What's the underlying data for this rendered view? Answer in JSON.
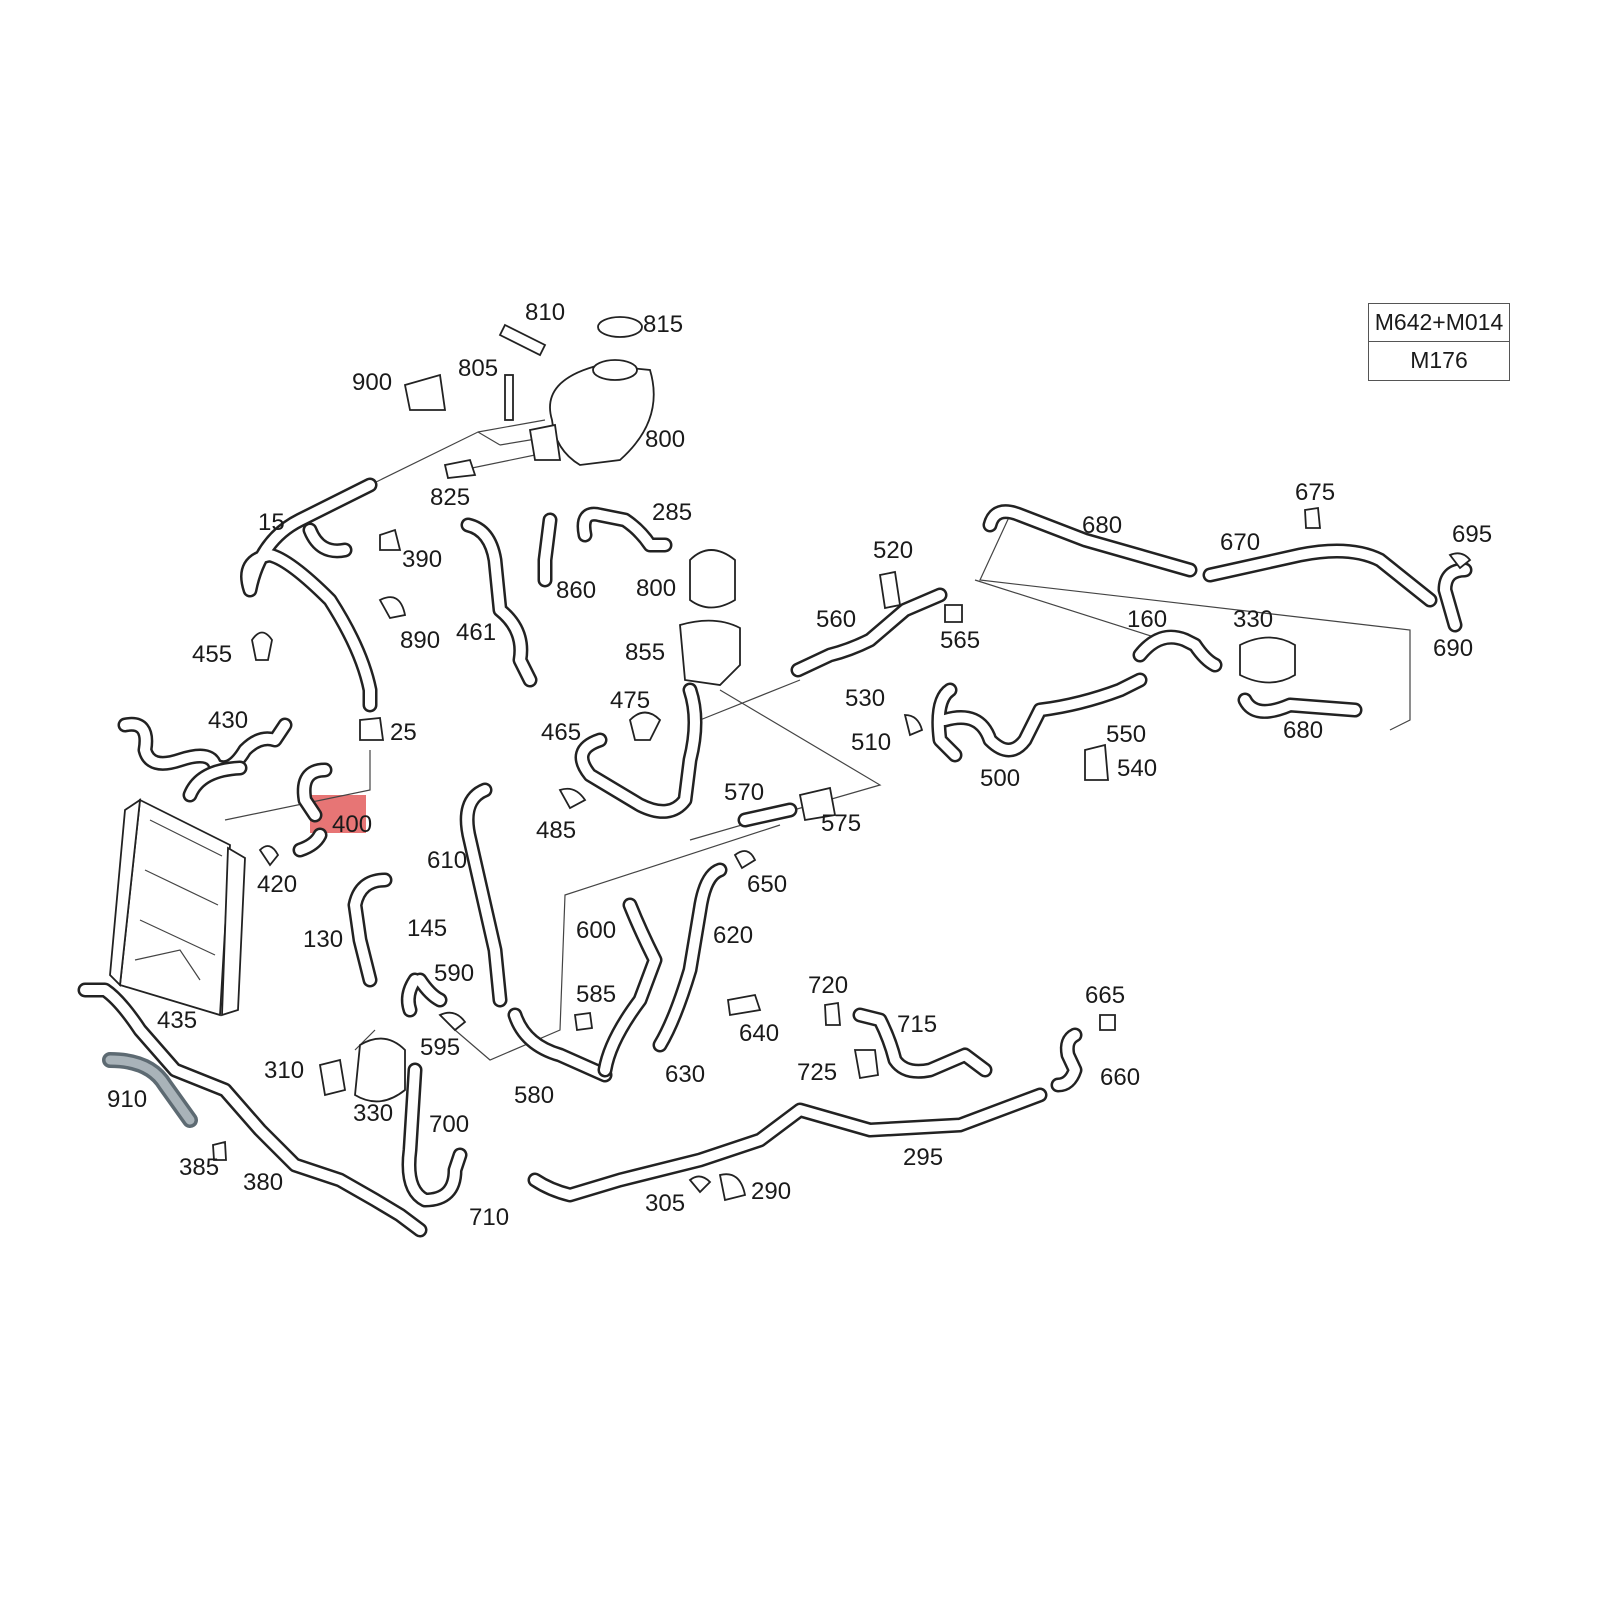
{
  "highlight_color": "#e35d5d",
  "highlighted_part": "400",
  "variant_legend": [
    "M642+M014",
    "M176"
  ],
  "labels": [
    {
      "id": "810",
      "text": "810"
    },
    {
      "id": "815",
      "text": "815"
    },
    {
      "id": "900",
      "text": "900"
    },
    {
      "id": "805",
      "text": "805"
    },
    {
      "id": "800a",
      "text": "800"
    },
    {
      "id": "825",
      "text": "825"
    },
    {
      "id": "15",
      "text": "15"
    },
    {
      "id": "390",
      "text": "390"
    },
    {
      "id": "285",
      "text": "285"
    },
    {
      "id": "860",
      "text": "860"
    },
    {
      "id": "800b",
      "text": "800"
    },
    {
      "id": "890",
      "text": "890"
    },
    {
      "id": "461",
      "text": "461"
    },
    {
      "id": "455",
      "text": "455"
    },
    {
      "id": "855",
      "text": "855"
    },
    {
      "id": "680a",
      "text": "680"
    },
    {
      "id": "675",
      "text": "675"
    },
    {
      "id": "670",
      "text": "670"
    },
    {
      "id": "695",
      "text": "695"
    },
    {
      "id": "520",
      "text": "520"
    },
    {
      "id": "560",
      "text": "560"
    },
    {
      "id": "565",
      "text": "565"
    },
    {
      "id": "160",
      "text": "160"
    },
    {
      "id": "330a",
      "text": "330"
    },
    {
      "id": "690",
      "text": "690"
    },
    {
      "id": "430",
      "text": "430"
    },
    {
      "id": "475",
      "text": "475"
    },
    {
      "id": "530",
      "text": "530"
    },
    {
      "id": "465",
      "text": "465"
    },
    {
      "id": "25",
      "text": "25"
    },
    {
      "id": "510",
      "text": "510"
    },
    {
      "id": "680b",
      "text": "680"
    },
    {
      "id": "550",
      "text": "550"
    },
    {
      "id": "540",
      "text": "540"
    },
    {
      "id": "500",
      "text": "500"
    },
    {
      "id": "570",
      "text": "570"
    },
    {
      "id": "400",
      "text": "400"
    },
    {
      "id": "575",
      "text": "575"
    },
    {
      "id": "485",
      "text": "485"
    },
    {
      "id": "610",
      "text": "610"
    },
    {
      "id": "420",
      "text": "420"
    },
    {
      "id": "650",
      "text": "650"
    },
    {
      "id": "145",
      "text": "145"
    },
    {
      "id": "600",
      "text": "600"
    },
    {
      "id": "620",
      "text": "620"
    },
    {
      "id": "130",
      "text": "130"
    },
    {
      "id": "590",
      "text": "590"
    },
    {
      "id": "720",
      "text": "720"
    },
    {
      "id": "665",
      "text": "665"
    },
    {
      "id": "585",
      "text": "585"
    },
    {
      "id": "435",
      "text": "435"
    },
    {
      "id": "715",
      "text": "715"
    },
    {
      "id": "640",
      "text": "640"
    },
    {
      "id": "595",
      "text": "595"
    },
    {
      "id": "310",
      "text": "310"
    },
    {
      "id": "725",
      "text": "725"
    },
    {
      "id": "630",
      "text": "630"
    },
    {
      "id": "660",
      "text": "660"
    },
    {
      "id": "910",
      "text": "910"
    },
    {
      "id": "580",
      "text": "580"
    },
    {
      "id": "330b",
      "text": "330"
    },
    {
      "id": "700",
      "text": "700"
    },
    {
      "id": "295",
      "text": "295"
    },
    {
      "id": "385",
      "text": "385"
    },
    {
      "id": "380",
      "text": "380"
    },
    {
      "id": "290",
      "text": "290"
    },
    {
      "id": "305",
      "text": "305"
    },
    {
      "id": "710",
      "text": "710"
    }
  ]
}
